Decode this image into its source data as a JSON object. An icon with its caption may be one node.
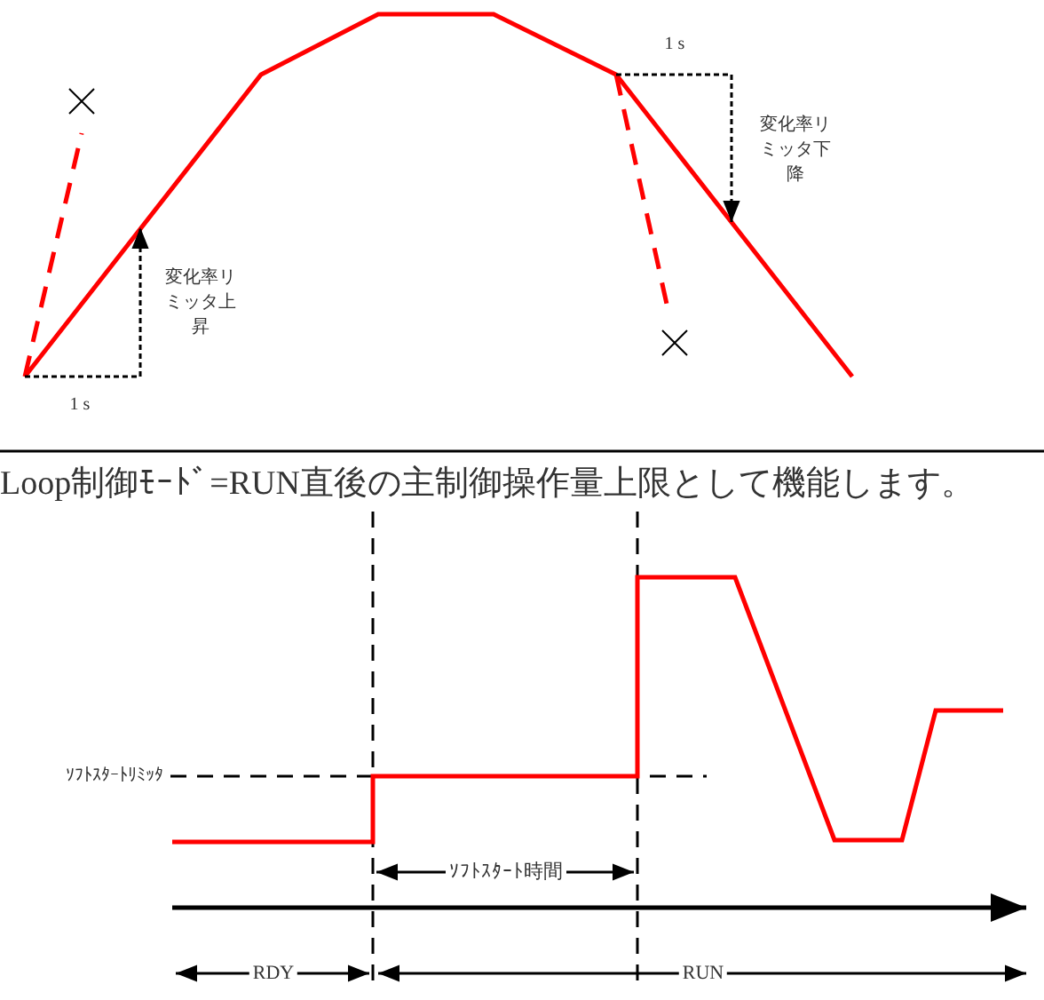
{
  "diagram": {
    "labels": [
      "1 s",
      "変化率リミッタ下降",
      "変化率リミッタ上昇",
      "1 s",
      "Loop制御ﾓｰﾄﾞ=RUN直後の主制御操作量上限として機能します。",
      "ｿﾌﾄｽﾀｰﾄﾘﾐｯﾀ",
      "ｿﾌﾄｽﾀｰﾄ時間",
      "RDY",
      "RUN"
    ]
  }
}
